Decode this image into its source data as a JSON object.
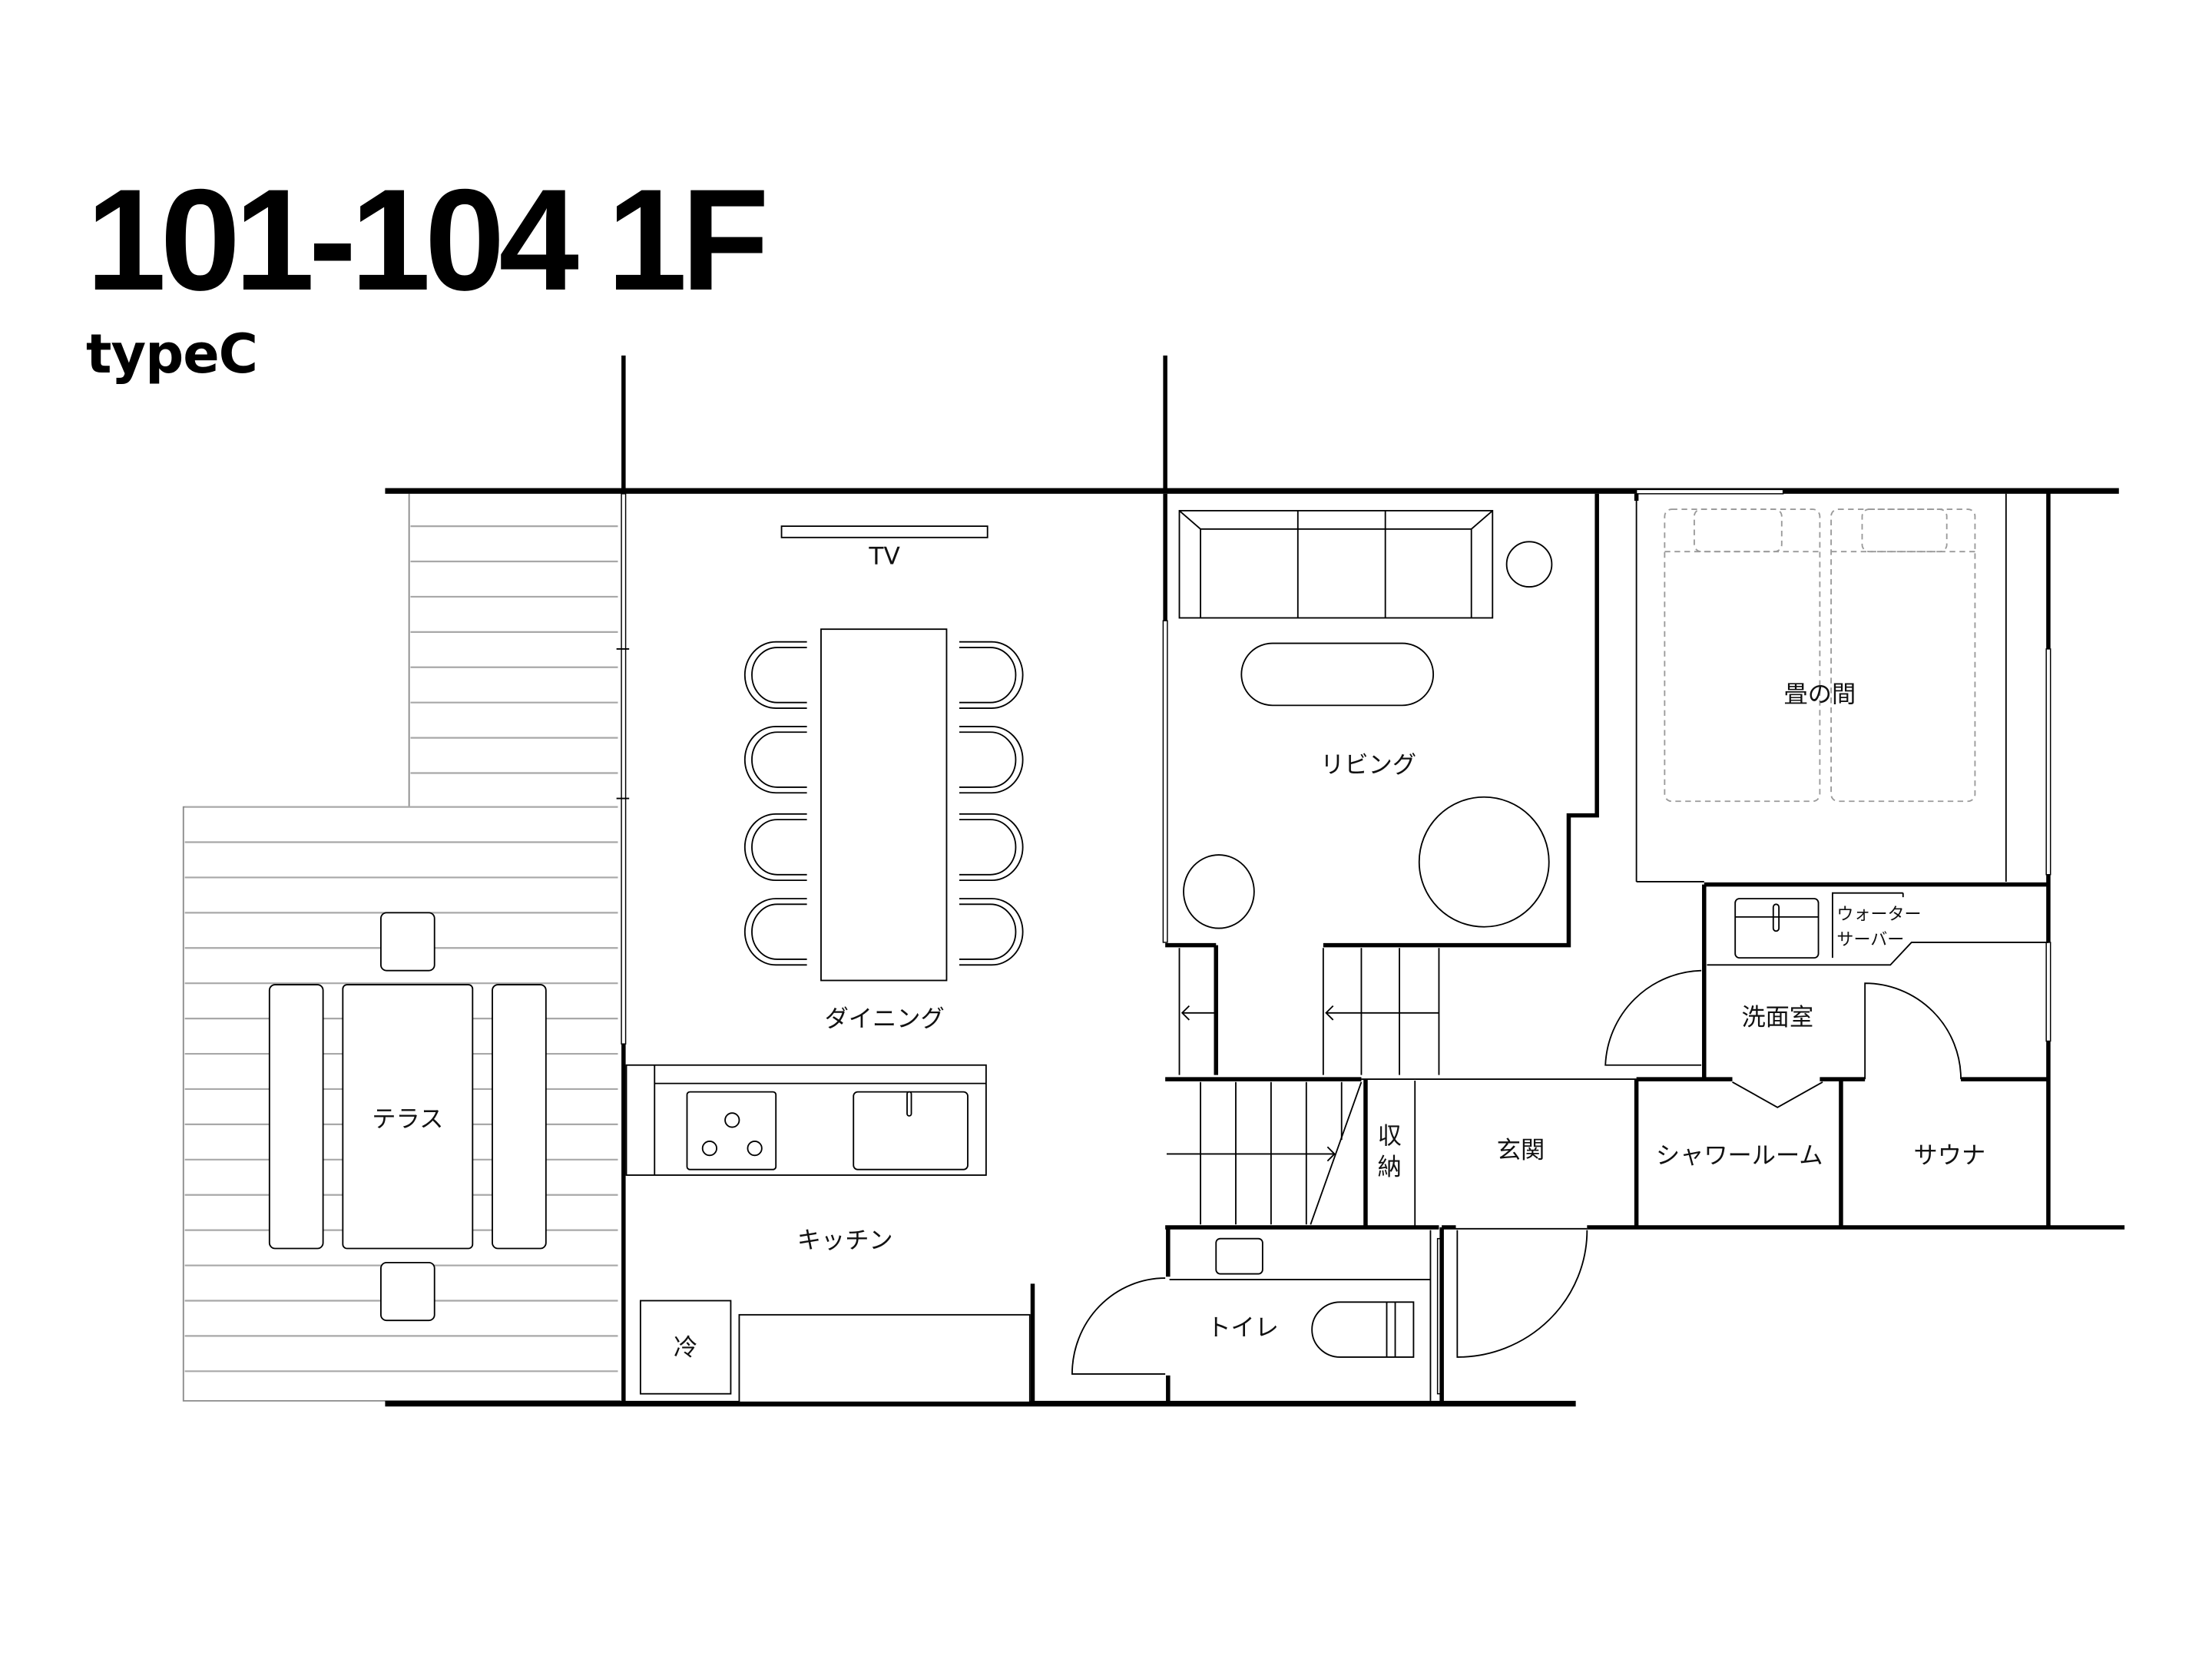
{
  "header": {
    "title": "101-104 1F",
    "subtitle": "typeC"
  },
  "rooms": {
    "terrace": "テラス",
    "tv": "TV",
    "dining": "ダイニング",
    "kitchen": "キッチン",
    "fridge": "冷",
    "living": "リビング",
    "tatami": "畳の間",
    "washroom": "洗面室",
    "water_server_line1": "ウォーター",
    "water_server_line2": "サーバー",
    "storage_line1": "収",
    "storage_line2": "納",
    "entrance": "玄関",
    "shower": "シャワールーム",
    "sauna": "サウナ",
    "toilet": "トイレ"
  },
  "colors": {
    "wall": "#000000",
    "board": "#a8a8a8",
    "futon_dash": "#9a9a9a",
    "background": "#ffffff"
  }
}
